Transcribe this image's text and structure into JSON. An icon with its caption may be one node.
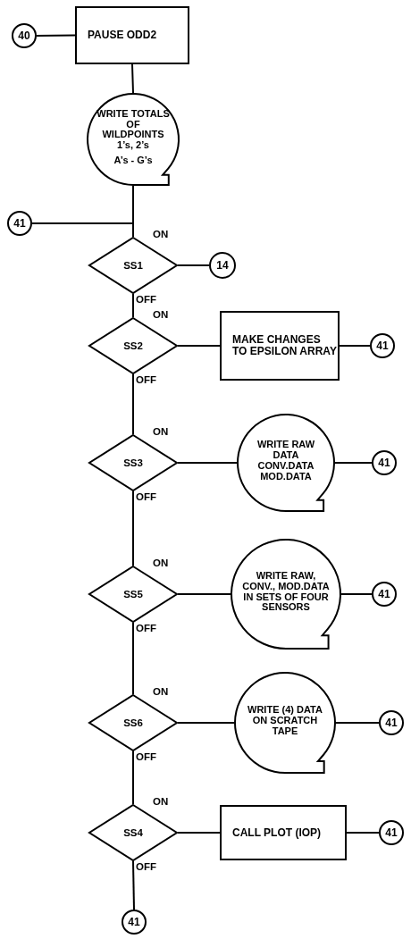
{
  "diagram": {
    "nodes": [
      {
        "text": [
          "40"
        ]
      },
      {
        "text": [
          "PAUSE ODD2"
        ]
      },
      {
        "text": [
          "WRITE TOTALS OF WILDPOINTS 1’s, 2’s",
          "A’s - G’s"
        ]
      },
      {
        "text": [
          "41"
        ]
      },
      {
        "text": [
          "SS1"
        ]
      },
      {
        "text": [
          "14"
        ]
      },
      {
        "text": [
          "SS2"
        ]
      },
      {
        "text": [
          "MAKE CHANGES TO EPSILON ARRAY"
        ]
      },
      {
        "text": [
          "41"
        ]
      },
      {
        "text": [
          "SS3"
        ]
      },
      {
        "text": [
          "WRITE RAW DATA CONV.DATA MOD.DATA"
        ]
      },
      {
        "text": [
          "41"
        ]
      },
      {
        "text": [
          "SS5"
        ]
      },
      {
        "text": [
          "WRITE RAW, CONV., MOD.DATA IN SETS OF FOUR SENSORS"
        ]
      },
      {
        "text": [
          "41"
        ]
      },
      {
        "text": [
          "SS6"
        ]
      },
      {
        "text": [
          "WRITE (4) DATA ON SCRATCH TAPE"
        ]
      },
      {
        "text": [
          "41"
        ]
      },
      {
        "text": [
          "SS4"
        ]
      },
      {
        "text": [
          "CALL PLOT (IOP)"
        ]
      },
      {
        "text": [
          "41"
        ]
      },
      {
        "text": [
          "41"
        ]
      }
    ],
    "edges": [
      {
        "from": 0,
        "to": 1,
        "arrow": "none"
      },
      {
        "from": 1,
        "to": 2,
        "arrow": "none"
      },
      {
        "from": 2,
        "to": 4,
        "arrow": "none"
      },
      {
        "from": 3,
        "to": 4,
        "arrow": "none"
      },
      {
        "from": 4,
        "to": 5,
        "arrow": "none",
        "label": "ON"
      },
      {
        "from": 4,
        "to": 6,
        "arrow": "none",
        "label": "OFF"
      },
      {
        "from": 6,
        "to": 7,
        "arrow": "none",
        "label": "ON"
      },
      {
        "from": 7,
        "to": 8,
        "arrow": "none"
      },
      {
        "from": 6,
        "to": 9,
        "arrow": "none",
        "label": "OFF"
      },
      {
        "from": 9,
        "to": 10,
        "arrow": "none",
        "label": "ON"
      },
      {
        "from": 10,
        "to": 11,
        "arrow": "none"
      },
      {
        "from": 9,
        "to": 12,
        "arrow": "none",
        "label": "OFF"
      },
      {
        "from": 12,
        "to": 13,
        "arrow": "none",
        "label": "ON"
      },
      {
        "from": 13,
        "to": 14,
        "arrow": "none"
      },
      {
        "from": 12,
        "to": 15,
        "arrow": "none",
        "label": "OFF"
      },
      {
        "from": 15,
        "to": 16,
        "arrow": "none",
        "label": "ON"
      },
      {
        "from": 16,
        "to": 17,
        "arrow": "none"
      },
      {
        "from": 15,
        "to": 18,
        "arrow": "none",
        "label": "OFF"
      },
      {
        "from": 18,
        "to": 19,
        "arrow": "none",
        "label": "ON"
      },
      {
        "from": 19,
        "to": 20,
        "arrow": "none"
      },
      {
        "from": 18,
        "to": 21,
        "arrow": "none",
        "label": "OFF"
      }
    ]
  }
}
